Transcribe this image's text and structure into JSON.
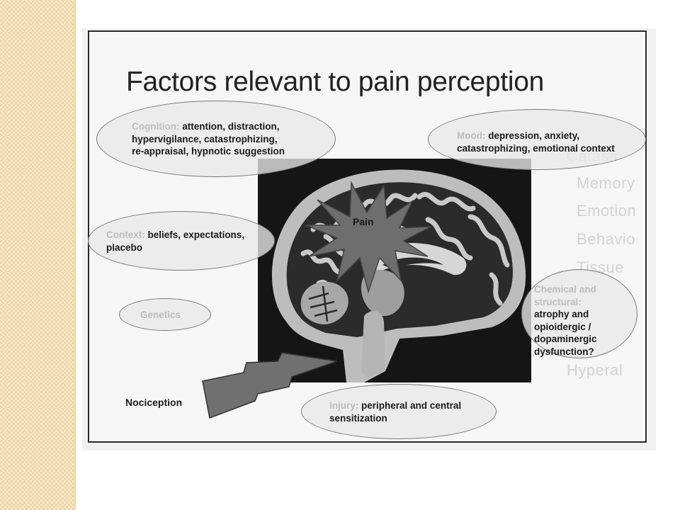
{
  "slide": {
    "title": "Factors relevant to pain perception"
  },
  "center": {
    "label": "Pain"
  },
  "bubbles": {
    "cognition": {
      "label": "Cognition:",
      "lines": [
        "attention, distraction,",
        "hypervigilance, catastrophizing,",
        "re-appraisal, hypnotic suggestion"
      ]
    },
    "mood": {
      "label": "Mood:",
      "lines": [
        "depression, anxiety,",
        "catastrophizing, emotional context"
      ]
    },
    "context": {
      "label": "Context:",
      "lines": [
        "beliefs, expectations,",
        "placebo"
      ]
    },
    "genetics": {
      "label": "Genetics"
    },
    "chemical": {
      "label_lines": [
        "Chemical and",
        "structural:"
      ],
      "lines": [
        "atrophy and",
        "opioidergic /",
        "dopaminergic",
        "dysfunction?"
      ]
    },
    "injury": {
      "label": "Injury:",
      "lines": [
        "peripheral and central",
        "sensitization"
      ]
    }
  },
  "nociception": {
    "label": "Nociception"
  },
  "colors": {
    "side_strip": "#f7e6c1",
    "bubble_fill": "#e9e9e9",
    "star_fill": "#6e6e6e",
    "bolt_fill": "#707070"
  }
}
